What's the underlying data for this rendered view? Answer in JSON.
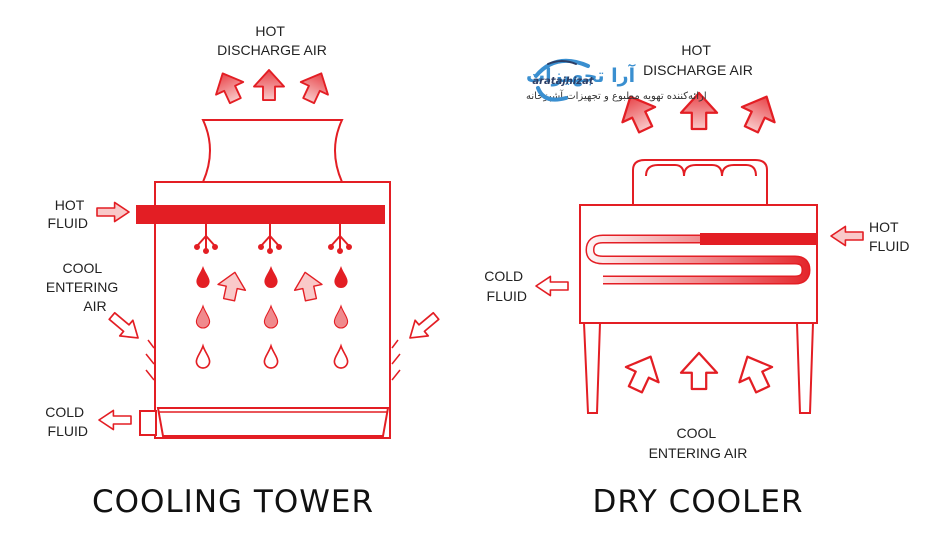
{
  "cooling_tower": {
    "title": "COOLING TOWER",
    "hot_discharge_air": [
      "HOT",
      "DISCHARGE AIR"
    ],
    "hot_fluid": [
      "HOT",
      "FLUID"
    ],
    "cool_entering_air": [
      "COOL",
      "ENTERING",
      "AIR"
    ],
    "cold_fluid": [
      "COLD",
      "FLUID"
    ]
  },
  "dry_cooler": {
    "title": "DRY COOLER",
    "hot_discharge_air": [
      "HOT",
      "DISCHARGE AIR"
    ],
    "hot_fluid": [
      "HOT",
      "FLUID"
    ],
    "cold_fluid": [
      "COLD",
      "FLUID"
    ],
    "cool_entering_air": [
      "COOL",
      "ENTERING AIR"
    ]
  },
  "logo": {
    "name_fa": "آرا تجهیزات",
    "tagline_fa": "ارائه‌کننده تهویه مطبوع و تجهیزات آشپزخانه",
    "name_en": "aratajhizat"
  },
  "colors": {
    "accent": "#e31e24",
    "arrow_fill": "#f7b4b4",
    "logo_blue": "#3a8fd0",
    "text": "#222222"
  }
}
